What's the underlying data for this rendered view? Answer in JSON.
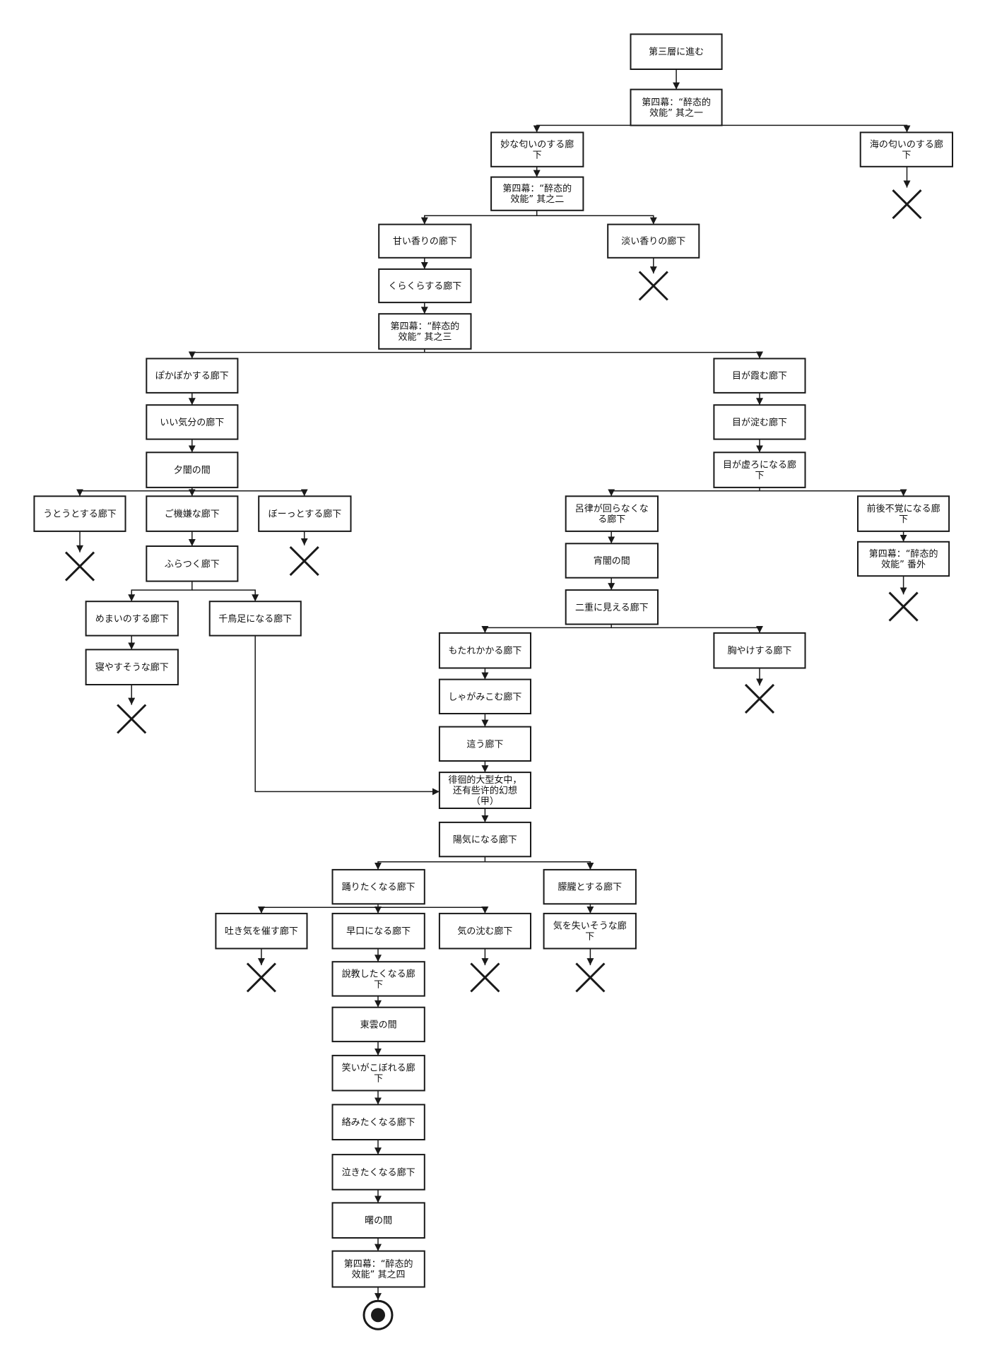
{
  "diagram": {
    "nodes": [
      {
        "id": "n_start",
        "lines": [
          "第三層に進む"
        ]
      },
      {
        "id": "n_act4_1",
        "lines": [
          "第四幕：“醉态的",
          "效能” 其之一"
        ]
      },
      {
        "id": "n_myo",
        "lines": [
          "妙な匂いのする廊",
          "下"
        ]
      },
      {
        "id": "n_umi",
        "lines": [
          "海の匂いのする廊",
          "下"
        ]
      },
      {
        "id": "n_act4_2",
        "lines": [
          "第四幕：“醉态的",
          "效能” 其之二"
        ]
      },
      {
        "id": "n_amai",
        "lines": [
          "甘い香りの廊下"
        ]
      },
      {
        "id": "n_awai",
        "lines": [
          "淡い香りの廊下"
        ]
      },
      {
        "id": "n_kura",
        "lines": [
          "くらくらする廊下"
        ]
      },
      {
        "id": "n_act4_3",
        "lines": [
          "第四幕：“醉态的",
          "效能” 其之三"
        ]
      },
      {
        "id": "n_poka",
        "lines": [
          "ぽかぽかする廊下"
        ]
      },
      {
        "id": "n_meka",
        "lines": [
          "目が霞む廊下"
        ]
      },
      {
        "id": "n_iikibun",
        "lines": [
          "いい気分の廊下"
        ]
      },
      {
        "id": "n_meyodo",
        "lines": [
          "目が淀む廊下"
        ]
      },
      {
        "id": "n_yuyami",
        "lines": [
          "夕闇の間"
        ]
      },
      {
        "id": "n_meutsu",
        "lines": [
          "目が虚ろになる廊",
          "下"
        ]
      },
      {
        "id": "n_uto",
        "lines": [
          "うとうとする廊下"
        ]
      },
      {
        "id": "n_gokigen",
        "lines": [
          "ご機嫌な廊下"
        ]
      },
      {
        "id": "n_bo",
        "lines": [
          "ぼーっとする廊下"
        ]
      },
      {
        "id": "n_ro",
        "lines": [
          "呂律が回らなくな",
          "る廊下"
        ]
      },
      {
        "id": "n_zengo",
        "lines": [
          "前後不覚になる廊",
          "下"
        ]
      },
      {
        "id": "n_furatsu",
        "lines": [
          "ふらつく廊下"
        ]
      },
      {
        "id": "n_yoiyami",
        "lines": [
          "宵闇の間"
        ]
      },
      {
        "id": "n_act4_ex",
        "lines": [
          "第四幕：“醉态的",
          "效能” 番外"
        ]
      },
      {
        "id": "n_nijuu",
        "lines": [
          "二重に見える廊下"
        ]
      },
      {
        "id": "n_memai",
        "lines": [
          "めまいのする廊下"
        ]
      },
      {
        "id": "n_chidori",
        "lines": [
          "千鳥足になる廊下"
        ]
      },
      {
        "id": "n_netai",
        "lines": [
          "寝やすそうな廊下"
        ]
      },
      {
        "id": "n_motare",
        "lines": [
          "もたれかかる廊下"
        ]
      },
      {
        "id": "n_muneyake",
        "lines": [
          "胸やけする廊下"
        ]
      },
      {
        "id": "n_shagami",
        "lines": [
          "しゃがみこむ廊下"
        ]
      },
      {
        "id": "n_hau",
        "lines": [
          "這う廊下"
        ]
      },
      {
        "id": "n_haikai",
        "lines": [
          "徘徊的大型女中，",
          "还有些许的幻想",
          "（甲）"
        ]
      },
      {
        "id": "n_yoki",
        "lines": [
          "陽気になる廊下"
        ]
      },
      {
        "id": "n_odori",
        "lines": [
          "踊りたくなる廊下"
        ]
      },
      {
        "id": "n_moro",
        "lines": [
          "朦朧とする廊下"
        ]
      },
      {
        "id": "n_hakike",
        "lines": [
          "吐き気を催す廊下"
        ]
      },
      {
        "id": "n_hayakuchi",
        "lines": [
          "早口になる廊下"
        ]
      },
      {
        "id": "n_kishizumu",
        "lines": [
          "気の沈む廊下"
        ]
      },
      {
        "id": "n_kiushi",
        "lines": [
          "気を失いそうな廊",
          "下"
        ]
      },
      {
        "id": "n_sekkyo",
        "lines": [
          "說教したくなる廊",
          "下"
        ]
      },
      {
        "id": "n_shinonome",
        "lines": [
          "東雲の間"
        ]
      },
      {
        "id": "n_warai",
        "lines": [
          "笑いがこぼれる廊",
          "下"
        ]
      },
      {
        "id": "n_karami",
        "lines": [
          "絡みたくなる廊下"
        ]
      },
      {
        "id": "n_naki",
        "lines": [
          "泣きたくなる廊下"
        ]
      },
      {
        "id": "n_akatsuki",
        "lines": [
          "曙の間"
        ]
      },
      {
        "id": "n_act4_4",
        "lines": [
          "第四幕：“醉态的",
          "效能” 其之四"
        ]
      }
    ]
  }
}
